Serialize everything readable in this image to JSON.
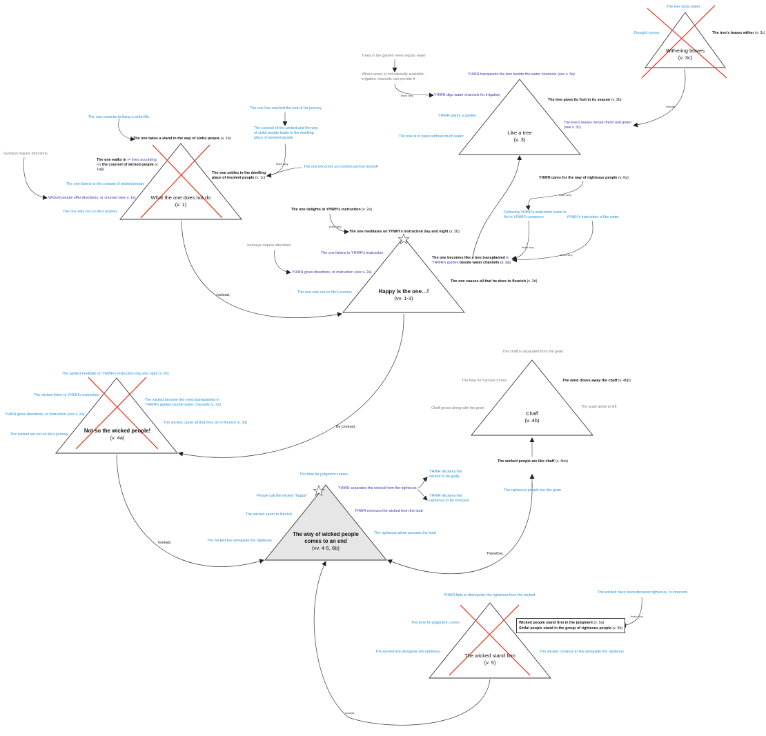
{
  "triangles": {
    "notdo": {
      "title": "What the one does not do",
      "ref": "(v. 1)"
    },
    "happy": {
      "title": "Happy is the one…!",
      "ref": "(vv. 1-3)"
    },
    "tree": {
      "title": "Like a tree",
      "ref": "(v. 3)"
    },
    "wither": {
      "title": "Withering leaves",
      "ref": "(v. 3c)"
    },
    "notso": {
      "title": "Not so the wicked people!",
      "ref": "(v. 4a)"
    },
    "chaff": {
      "title": "Chaff",
      "ref": "(v. 4b)"
    },
    "wayend": {
      "title": "The way of wicked people",
      "title2": "comes to an end",
      "ref": "(vv. 4-5, 6b)"
    },
    "stand": {
      "title": "The wicked stand firm",
      "ref": "(v. 5)"
    }
  },
  "connectors": {
    "instead": "Instead,",
    "by_contrast": "By contrast,",
    "therefore": "Therefore,",
    "thats_why": "that's why"
  },
  "notdo": {
    "commits": "The one commits to living a sinful life",
    "stand_bold": "The one takes a stand in the way of sinful people",
    "stand_ref": "(v. 1b)",
    "walks_bold1": "The one walks in",
    "walks_blue": "(= lives according to)",
    "walks_bold2": "the counsel of wicked people",
    "walks_ref": "(v. 1aβ)",
    "journeys": "Journeys require directions",
    "listens": "The one listens to the counsel of wicked people",
    "wicked_offer": "Wicked people offer directions, or counsel (see v. 1a)",
    "sets_out": "The one sets out on life's journey",
    "reached_end": "The one has reached the end of his journey",
    "counsel_leads": "The counsel of the wicked and the way of sinful people leads to the dwelling place of insolent people",
    "settles_bold": "The one settles in the dwelling place of insolent people",
    "settles_ref": "(v. 1c)",
    "insolent": "The one becomes an insolent person himself"
  },
  "tree": {
    "trees_need": "Trees in the garden need regular water",
    "where_water": "Where water is not naturally available, irrigation channels can provide it",
    "digs": "YHWH digs water channels for irrigation",
    "transplants": "YHWH transplants the tree beside the water channels (see v. 3a)",
    "fruit_bold": "The tree gives its fruit in its season",
    "fruit_ref": "(v. 3b)",
    "plants": "YHWH plants a garden",
    "leaves_fresh": "The tree's leaves remain fresh and green (see v. 3c)",
    "in_place": "The tree is in place without much water"
  },
  "wither": {
    "lacks": "The tree lacks water",
    "drought": "Drought comes",
    "leaves_bold": "The tree's leaves wither",
    "leaves_ref": "(v. 3c)"
  },
  "happy": {
    "cares_bold": "YHWH cares for the way of righteous people",
    "cares_ref": "(v. 6a)",
    "following": "Following YHWH's instruction leads to life in YHWH's presence",
    "instr_water": "YHWH's instruction is like water",
    "delights_bold": "The one delights in YHWH's instruction",
    "delights_ref": "(v. 2a)",
    "meditates_bold": "The one meditates on YHWH's instruction day and night",
    "meditates_ref": "(v. 2b)",
    "journeys": "Journeys require directions",
    "listens": "The one listens to YHWH's instruction",
    "gives": "YHWH gives directions, or instruction (see v. 2a)",
    "sets_out": "The one sets out on life's journey",
    "becomes_bold1": "The one becomes like a tree transplanted",
    "becomes_blue": "in YHWH's garden",
    "becomes_bold2": "beside water channels",
    "becomes_ref": "(v. 3a)",
    "flourish_bold": "The one causes all that he does to flourish",
    "flourish_ref": "(v. 3d)"
  },
  "notso": {
    "meditate": "The wicked meditate on YHWH's instruction day and night (v. 2b)",
    "listen": "The wicked listen to YHWH's instruction",
    "gives": "YHWH gives directions, or instruction (see v. 2a)",
    "set_out": "The wicked set out on life's journey",
    "become_like": "The wicked become like trees transplanted in YHWH's garden beside water channels (v. 3a)",
    "cause": "The wicked cause all that they do to flourish (v. 3d)"
  },
  "chaff": {
    "separated": "The chaff is separated from the grain",
    "harvest": "The time for harvest comes",
    "wind_bold": "The wind drives away the chaff",
    "wind_ref": "(v. 4bβ)",
    "grows": "Chaff grows along with the grain",
    "grain_left": "The grain alone is left",
    "like_chaff_bold": "The wicked people are like chaff",
    "like_chaff_ref": "(v. 4bα)",
    "grain": "The righteous people are like grain"
  },
  "wayend": {
    "judgment": "The time for judgment comes",
    "separates": "YHWH separates the wicked from the righteous",
    "guilty": "YHWH declares the wicked to be guilty",
    "innocent": "YHWH declares the righteous to be innocent",
    "call_happy": "People call the wicked \"happy\"",
    "seem": "The wicked seem to flourish",
    "removes": "YHWH removes the wicked from the land",
    "alongside": "The wicked live alongside the righteous",
    "possess": "The righteous alone possess the land"
  },
  "stand": {
    "fails": "YHWH fails to distinguish the righteous from the wicked",
    "declared": "The wicked have been declared righteous, or innocent",
    "judgment": "The time for judgment comes",
    "box1_bold": "Wicked people stand firm in the judgment",
    "box1_ref": "(v. 5a)",
    "box2_bold": "Sinful people stand in the group of righteous people",
    "box2_ref": "(v. 5b)",
    "alongside": "The wicked live alongside the righteous",
    "continue": "The wicked continue to live alongside the righteous"
  },
  "colors": {
    "blue": "#1e90e0",
    "navy": "#3434b8",
    "grey": "#7a7a7a",
    "cross": "#e8402a",
    "shaded": "#e6e6e6"
  }
}
